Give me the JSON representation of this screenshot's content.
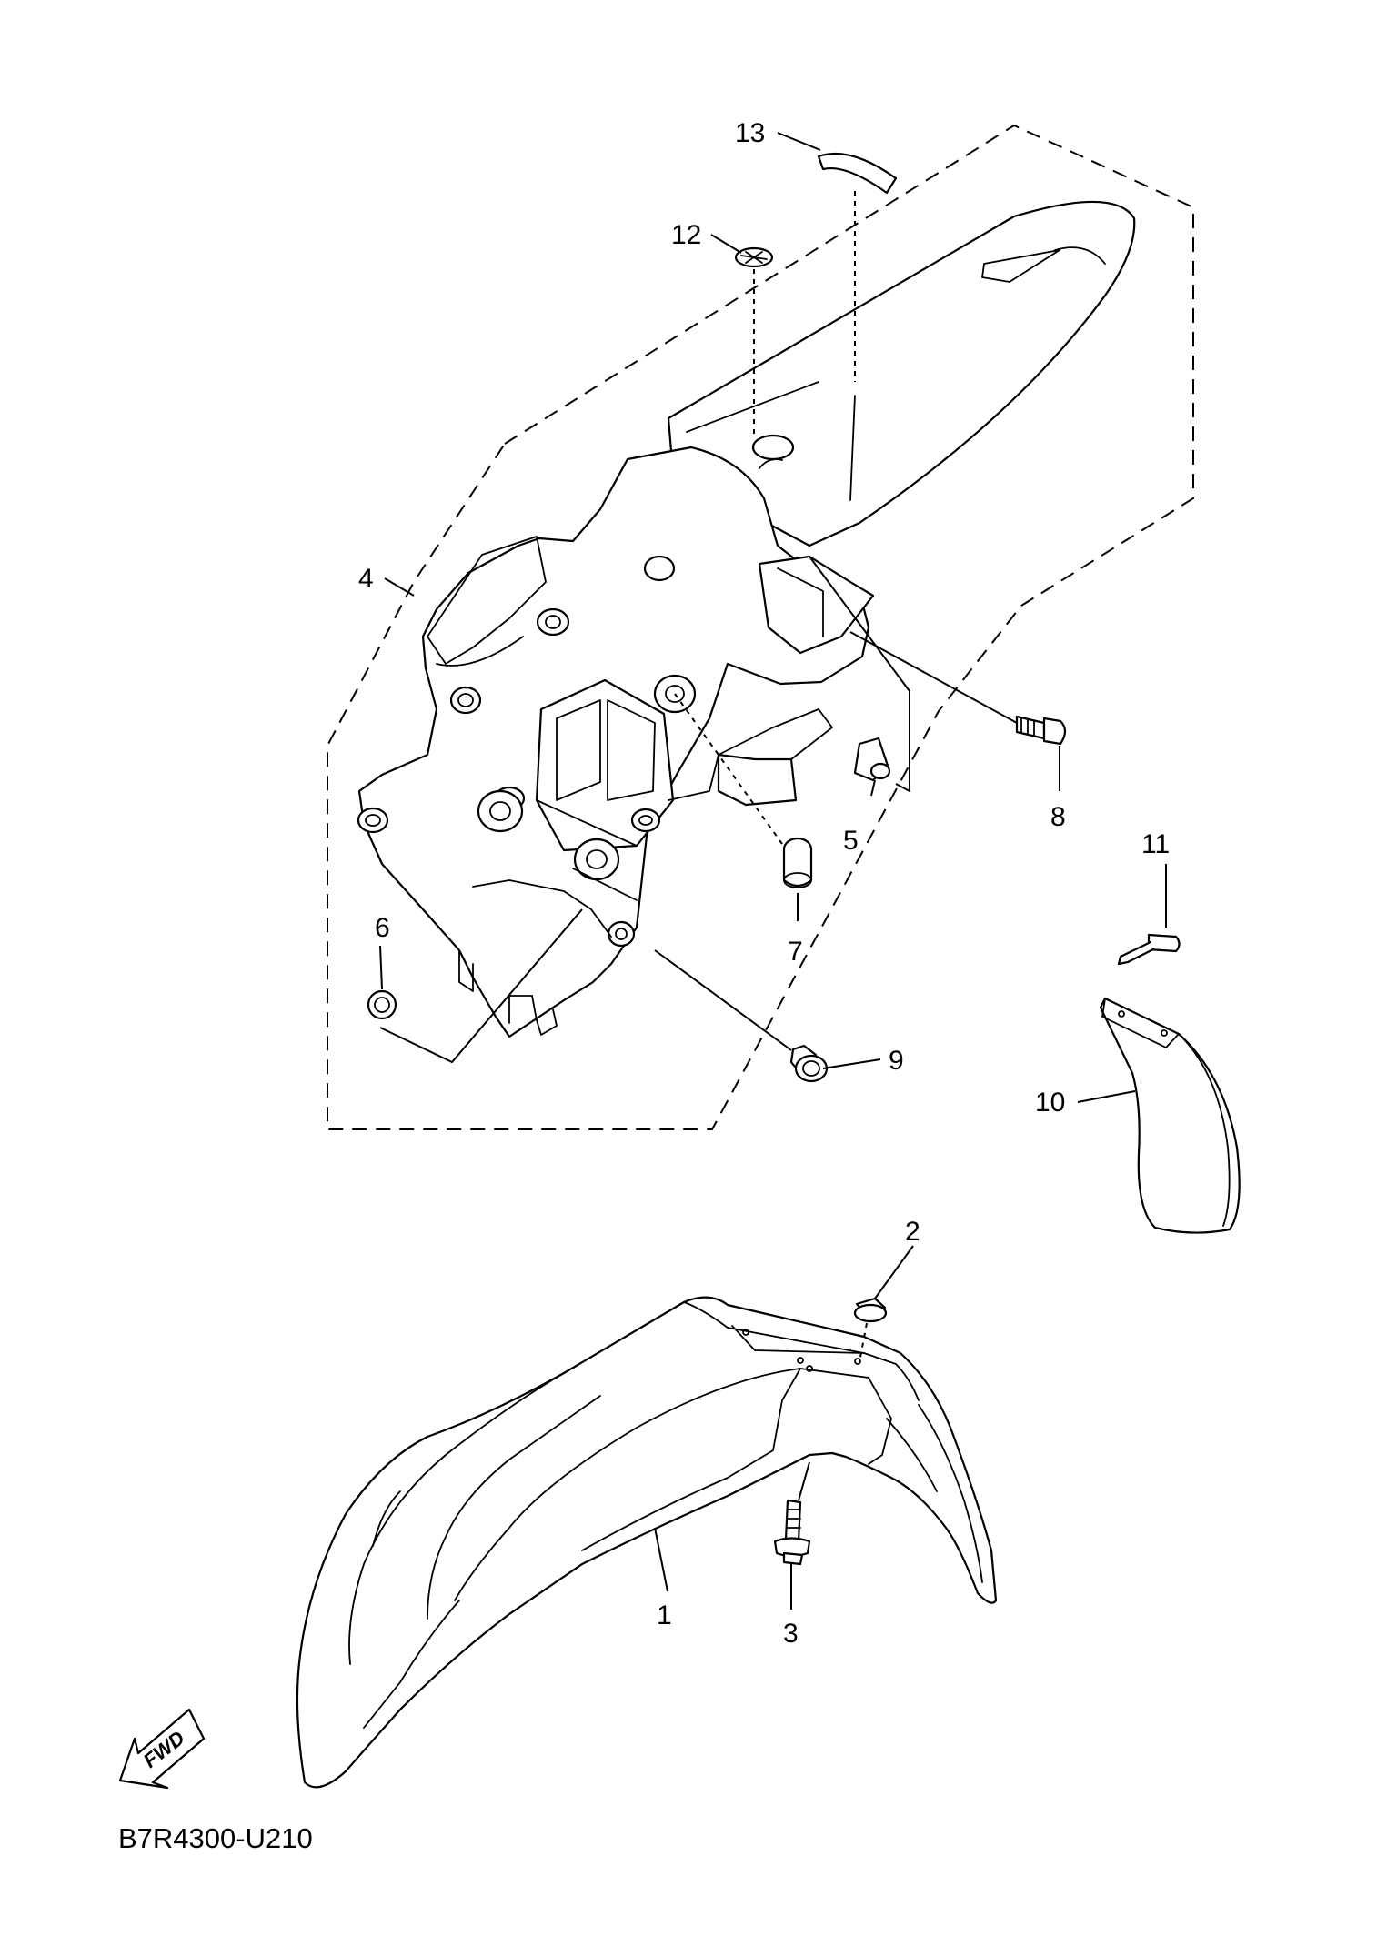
{
  "callouts": {
    "c1": "1",
    "c2": "2",
    "c3": "3",
    "c4": "4",
    "c5": "5",
    "c6": "6",
    "c7": "7",
    "c8": "8",
    "c9": "9",
    "c10": "10",
    "c11": "11",
    "c12": "12",
    "c13": "13"
  },
  "fwd_label": "FWD",
  "diagram_code": "B7R4300-U210"
}
